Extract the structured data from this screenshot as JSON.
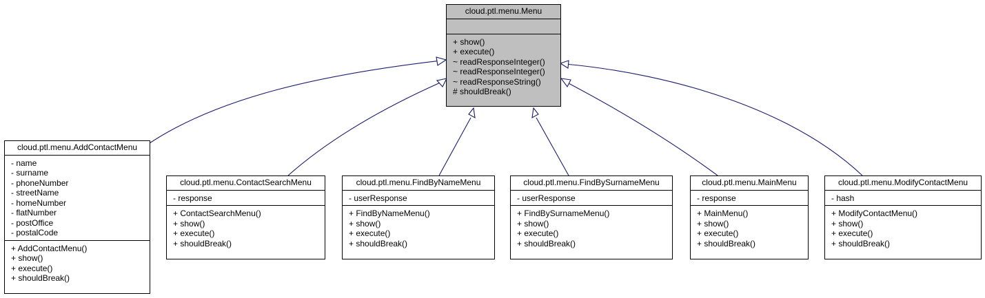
{
  "diagram": {
    "classes": [
      {
        "id": "menu",
        "name": "cloud.ptl.menu.Menu",
        "attributes": [],
        "methods": [
          "+ show()",
          "+ execute()",
          "~ readResponseInteger()",
          "~ readResponseInteger()",
          "~ readResponseString()",
          "# shouldBreak()"
        ],
        "highlighted": true
      },
      {
        "id": "addcontact",
        "name": "cloud.ptl.menu.AddContactMenu",
        "attributes": [
          "- name",
          "- surname",
          "- phoneNumber",
          "- streetName",
          "- homeNumber",
          "- flatNumber",
          "- postOffice",
          "- postalCode"
        ],
        "methods": [
          "+ AddContactMenu()",
          "+ show()",
          "+ execute()",
          "+ shouldBreak()"
        ]
      },
      {
        "id": "contactsearch",
        "name": "cloud.ptl.menu.ContactSearchMenu",
        "attributes": [
          "- response"
        ],
        "methods": [
          "+ ContactSearchMenu()",
          "+ show()",
          "+ execute()",
          "+ shouldBreak()"
        ]
      },
      {
        "id": "findbyname",
        "name": "cloud.ptl.menu.FindByNameMenu",
        "attributes": [
          "- userResponse"
        ],
        "methods": [
          "+ FindByNameMenu()",
          "+ show()",
          "+ execute()",
          "+ shouldBreak()"
        ]
      },
      {
        "id": "findbysurname",
        "name": "cloud.ptl.menu.FindBySurnameMenu",
        "attributes": [
          "- userResponse"
        ],
        "methods": [
          "+ FindBySurnameMenu()",
          "+ show()",
          "+ execute()",
          "+ shouldBreak()"
        ]
      },
      {
        "id": "mainmenu",
        "name": "cloud.ptl.menu.MainMenu",
        "attributes": [
          "- response"
        ],
        "methods": [
          "+ MainMenu()",
          "+ show()",
          "+ execute()",
          "+ shouldBreak()"
        ]
      },
      {
        "id": "modifycontact",
        "name": "cloud.ptl.menu.ModifyContactMenu",
        "attributes": [
          "- hash"
        ],
        "methods": [
          "+ ModifyContactMenu()",
          "+ show()",
          "+ execute()",
          "+ shouldBreak()"
        ]
      }
    ],
    "relations": [
      {
        "from": "addcontact",
        "to": "menu",
        "type": "inheritance"
      },
      {
        "from": "contactsearch",
        "to": "menu",
        "type": "inheritance"
      },
      {
        "from": "findbyname",
        "to": "menu",
        "type": "inheritance"
      },
      {
        "from": "findbysurname",
        "to": "menu",
        "type": "inheritance"
      },
      {
        "from": "mainmenu",
        "to": "menu",
        "type": "inheritance"
      },
      {
        "from": "modifycontact",
        "to": "menu",
        "type": "inheritance"
      }
    ],
    "colors": {
      "edge": "#191970",
      "base_fill": "#bfbfbf",
      "box_fill": "#ffffff",
      "border": "#000000"
    }
  }
}
